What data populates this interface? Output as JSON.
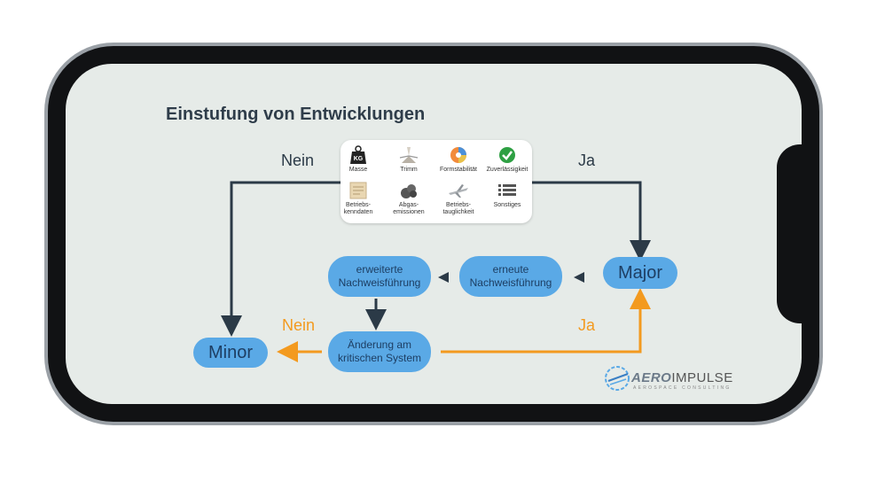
{
  "title": "Einstufung von Entwicklungen",
  "labels": {
    "nein_top": "Nein",
    "ja_top": "Ja",
    "nein_bottom": "Nein",
    "ja_bottom": "Ja"
  },
  "criteria": [
    {
      "label": "Masse",
      "icon": "kg-weight-icon"
    },
    {
      "label": "Trimm",
      "icon": "aircraft-tail-icon"
    },
    {
      "label": "Formstabilität",
      "icon": "shape-stability-icon"
    },
    {
      "label": "Zuverlässigkeit",
      "icon": "checkmark-icon"
    },
    {
      "label": "Betriebs-\nkenndaten",
      "icon": "operating-data-icon"
    },
    {
      "label": "Abgas-\nemissionen",
      "icon": "exhaust-emission-icon"
    },
    {
      "label": "Betriebs-\ntauglichkeit",
      "icon": "aircraft-icon"
    },
    {
      "label": "Sonstiges",
      "icon": "list-icon"
    }
  ],
  "nodes": {
    "erweiterte": {
      "line1": "erweiterte",
      "line2": "Nachweisführung"
    },
    "erneute": {
      "line1": "erneute",
      "line2": "Nachweisführung"
    },
    "major": "Major",
    "minor": "Minor",
    "aenderung": {
      "line1": "Änderung am",
      "line2": "kritischen System"
    }
  },
  "logo": {
    "brand_a": "AERO",
    "brand_b": "IMPULSE",
    "sub": "AEROSPACE CONSULTING"
  },
  "colors": {
    "node": "#5aa9e6",
    "arrow_dark": "#2b3a47",
    "arrow_orange": "#f39a1f",
    "screen": "#e6ebe8"
  }
}
